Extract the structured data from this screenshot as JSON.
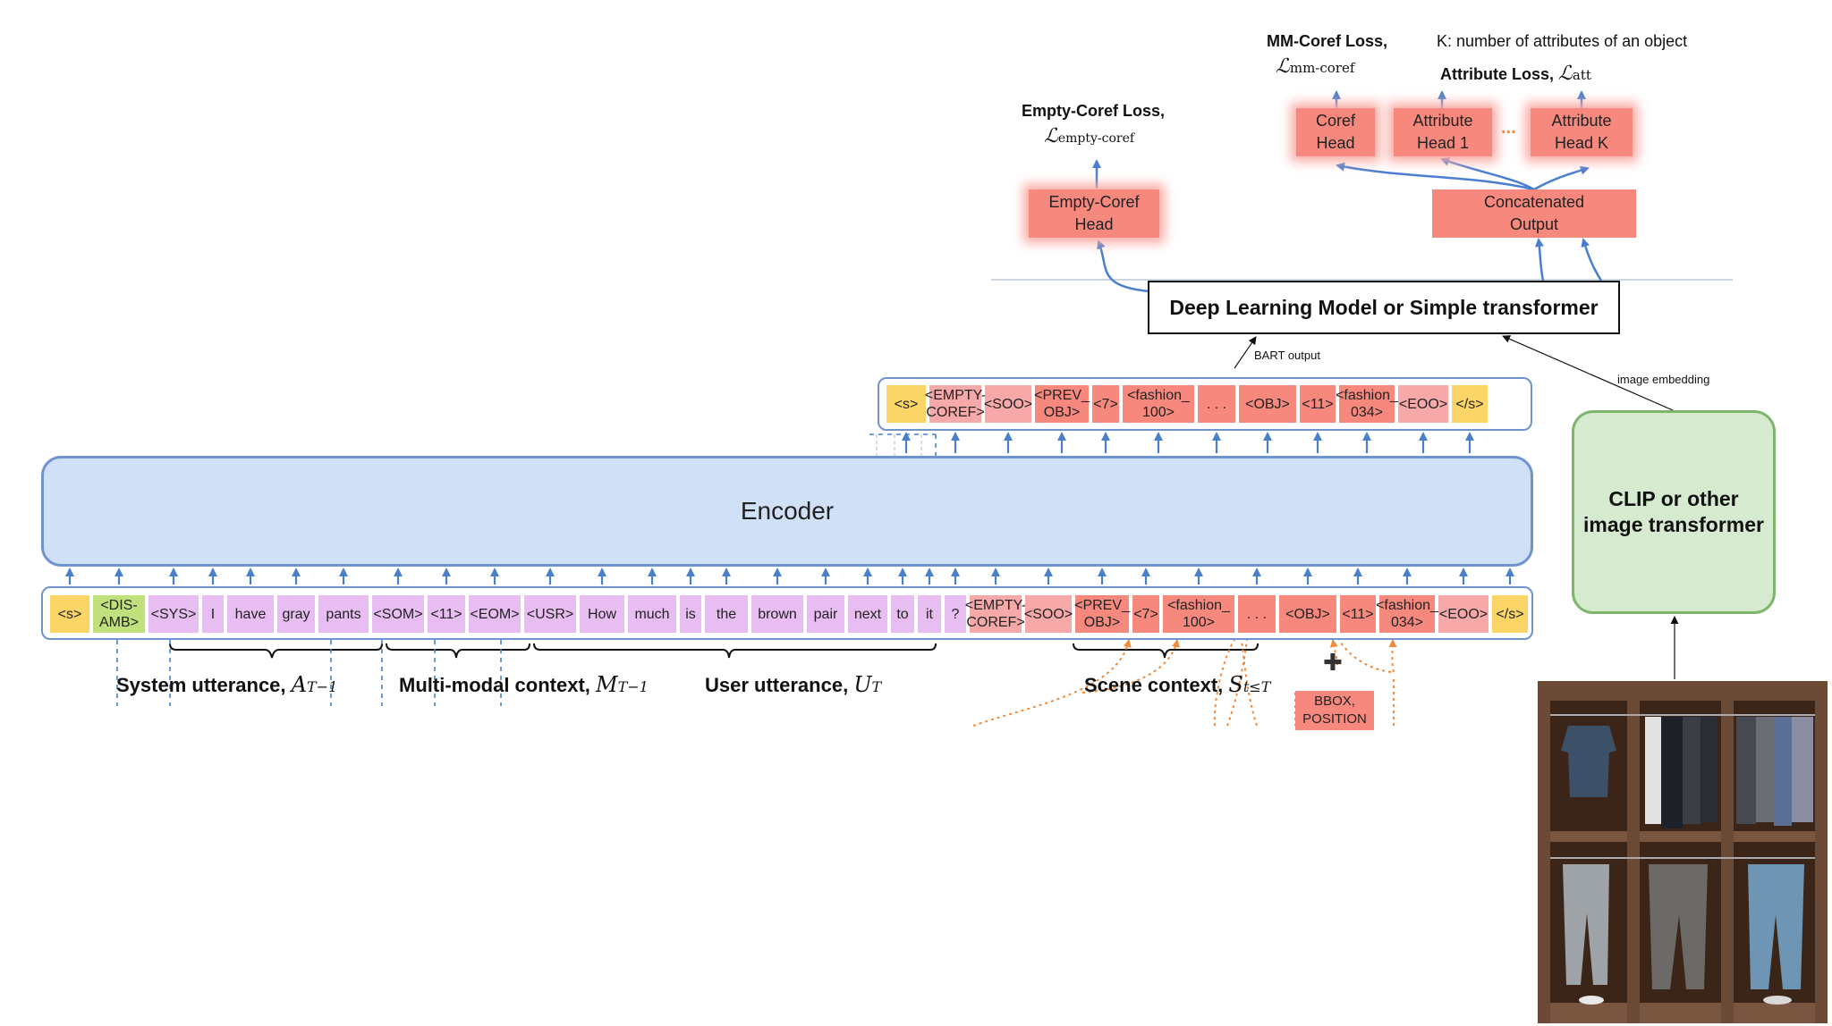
{
  "input_tokens": [
    {
      "text": "<s>",
      "color": "yellow"
    },
    {
      "text": "<DIS-\nAMB>",
      "color": "green"
    },
    {
      "text": "<SYS>",
      "color": "purple"
    },
    {
      "text": "I",
      "color": "purple"
    },
    {
      "text": "have",
      "color": "purple"
    },
    {
      "text": "gray",
      "color": "purple"
    },
    {
      "text": "pants",
      "color": "purple"
    },
    {
      "text": "<SOM>",
      "color": "purple"
    },
    {
      "text": "<11>",
      "color": "purple"
    },
    {
      "text": "<EOM>",
      "color": "purple"
    },
    {
      "text": "<USR>",
      "color": "purple"
    },
    {
      "text": "How",
      "color": "purple"
    },
    {
      "text": "much",
      "color": "purple"
    },
    {
      "text": "is",
      "color": "purple"
    },
    {
      "text": "the",
      "color": "purple"
    },
    {
      "text": "brown",
      "color": "purple"
    },
    {
      "text": "pair",
      "color": "purple"
    },
    {
      "text": "next",
      "color": "purple"
    },
    {
      "text": "to",
      "color": "purple"
    },
    {
      "text": "it",
      "color": "purple"
    },
    {
      "text": "?",
      "color": "purple"
    },
    {
      "text": "<EMPTY-\nCOREF>",
      "color": "pink"
    },
    {
      "text": "<SOO>",
      "color": "pink"
    },
    {
      "text": "<PREV_\nOBJ>",
      "color": "salmon"
    },
    {
      "text": "<7>",
      "color": "salmon"
    },
    {
      "text": "<fashion_\n100>",
      "color": "salmon"
    },
    {
      "text": ". . .",
      "color": "salmon"
    },
    {
      "text": "<OBJ>",
      "color": "salmon"
    },
    {
      "text": "<11>",
      "color": "salmon"
    },
    {
      "text": "<fashion_\n034>",
      "color": "salmon"
    },
    {
      "text": "<EOO>",
      "color": "pink"
    },
    {
      "text": "</s>",
      "color": "yellow"
    }
  ],
  "output_tokens": [
    {
      "text": "<s>",
      "color": "yellow"
    },
    {
      "text": "<EMPTY-\nCOREF>",
      "color": "pink"
    },
    {
      "text": "<SOO>",
      "color": "pink"
    },
    {
      "text": "<PREV_\nOBJ>",
      "color": "salmon"
    },
    {
      "text": "<7>",
      "color": "salmon"
    },
    {
      "text": "<fashion_\n100>",
      "color": "salmon"
    },
    {
      "text": ". . .",
      "color": "salmon"
    },
    {
      "text": "<OBJ>",
      "color": "salmon"
    },
    {
      "text": "<11>",
      "color": "salmon"
    },
    {
      "text": "<fashion_\n034>",
      "color": "salmon"
    },
    {
      "text": "<EOO>",
      "color": "pink"
    },
    {
      "text": "</s>",
      "color": "yellow"
    }
  ],
  "colors": {
    "yellow": "#fcd567",
    "green": "#bfe07a",
    "purple": "#e7bdf2",
    "pink": "#f7a8a8",
    "salmon": "#f6887d",
    "arrow_blue": "#4a7fd0",
    "dotted_orange": "#f08a3c",
    "encoder_fill": "#cfe0f7",
    "clip_fill": "#d6ead0"
  },
  "encoder": {
    "label": "Encoder"
  },
  "model_box": {
    "label": "Deep Learning Model or Simple transformer"
  },
  "clip_box": {
    "line1": "CLIP or other",
    "line2": "image transformer"
  },
  "edge_labels": {
    "bart_output": "BART output",
    "image_embedding": "image embedding"
  },
  "heads": {
    "empty_coref": {
      "line1": "Empty-Coref",
      "line2": "Head"
    },
    "concatenated": {
      "line1": "Concatenated",
      "line2": "Output"
    },
    "coref": {
      "line1": "Coref",
      "line2": "Head"
    },
    "attr1": {
      "line1": "Attribute",
      "line2": "Head 1"
    },
    "attrK": {
      "line1": "Attribute",
      "line2": "Head K"
    },
    "dots": "..."
  },
  "losses": {
    "empty_coref_title": "Empty-Coref Loss,",
    "empty_coref_symbol": "ℒ",
    "empty_coref_sub": "empty-coref",
    "mm_coref_title": "MM-Coref Loss,",
    "mm_coref_symbol": "ℒ",
    "mm_coref_sub": "mm-coref",
    "attribute_title": "Attribute Loss,",
    "attribute_symbol": "ℒ",
    "attribute_sub": "att",
    "k_note": "K: number of attributes of an object"
  },
  "section_labels": {
    "system_text": "System utterance,",
    "system_var": "A",
    "system_sub": "T−1",
    "mm_text": "Multi-modal context,",
    "mm_var": "M",
    "mm_sub": "T−1",
    "user_text": "User utterance,",
    "user_var": "U",
    "user_sub": "T",
    "scene_text": "Scene context,",
    "scene_var": "S",
    "scene_sub": "t≤T"
  },
  "bbox_box": {
    "plus": "✚",
    "line1": "BBOX,",
    "line2": "POSITION"
  }
}
